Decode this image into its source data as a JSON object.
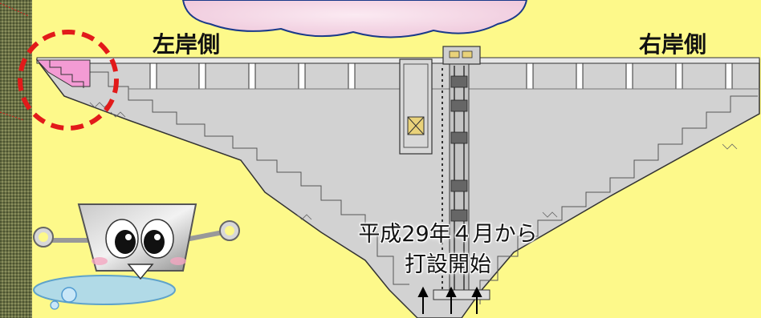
{
  "labels": {
    "left_bank": "左岸側",
    "right_bank": "右岸側",
    "caption_line1": "平成29年４月から",
    "caption_line2": "打設開始"
  },
  "colors": {
    "background": "#fdf98a",
    "dam_body": "#d2d2d2",
    "highlight": "#f39bd4",
    "marker": "#e21a1a",
    "cloud": "#f6dce8"
  },
  "icons": {
    "mascot": "dam-mascot-icon",
    "focus_circle": "dashed-red-circle"
  }
}
